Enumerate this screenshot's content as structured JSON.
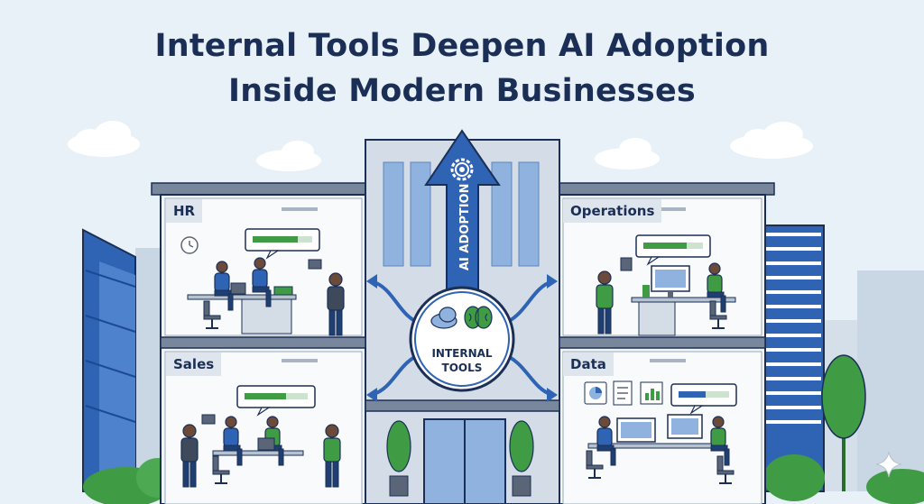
{
  "title": {
    "line1": "Internal Tools Deepen AI Adoption",
    "line2": "Inside Modern Businesses"
  },
  "rooms": {
    "hr": "HR",
    "operations": "Operations",
    "sales": "Sales",
    "data": "Data"
  },
  "center": {
    "arrow_label": "AI ADOPTION",
    "hub_line1": "INTERNAL",
    "hub_line2": "TOOLS"
  },
  "colors": {
    "navy": "#1b2f56",
    "blue": "#2f63b3",
    "green": "#3f9c45",
    "sky": "#e8f1f8",
    "wall": "#dfe6ee"
  },
  "icons": [
    "clock-icon",
    "gear-icon",
    "cloud-icon",
    "brain-icon",
    "pie-chart-icon",
    "document-icon",
    "bar-chart-icon",
    "sparkle-icon"
  ]
}
